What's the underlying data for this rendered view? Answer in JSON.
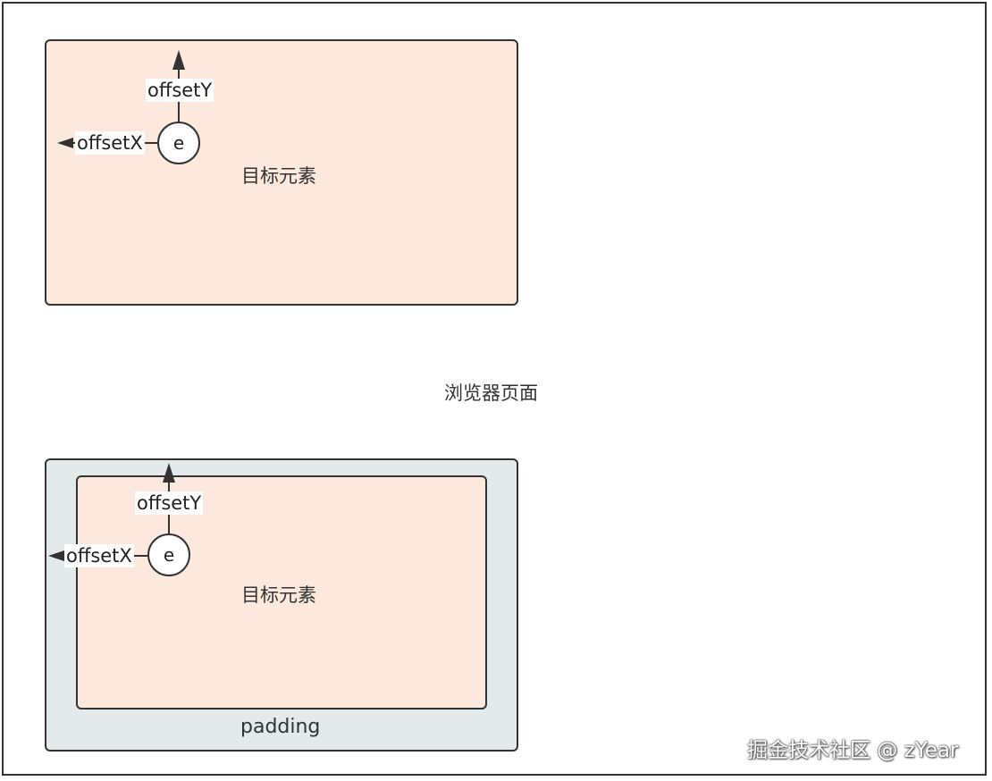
{
  "page": {
    "label": "浏览器页面"
  },
  "top_diagram": {
    "target_label": "目标元素",
    "event_label": "e",
    "offset_y_label": "offsetY",
    "offset_x_label": "offsetX"
  },
  "bottom_diagram": {
    "target_label": "目标元素",
    "padding_label": "padding",
    "event_label": "e",
    "offset_y_label": "offsetY",
    "offset_x_label": "offsetX"
  },
  "watermark": "掘金技术社区 @ zYear",
  "colors": {
    "target_fill": "#fce8dc",
    "padding_fill": "#e4e9ea",
    "stroke": "#333333"
  }
}
